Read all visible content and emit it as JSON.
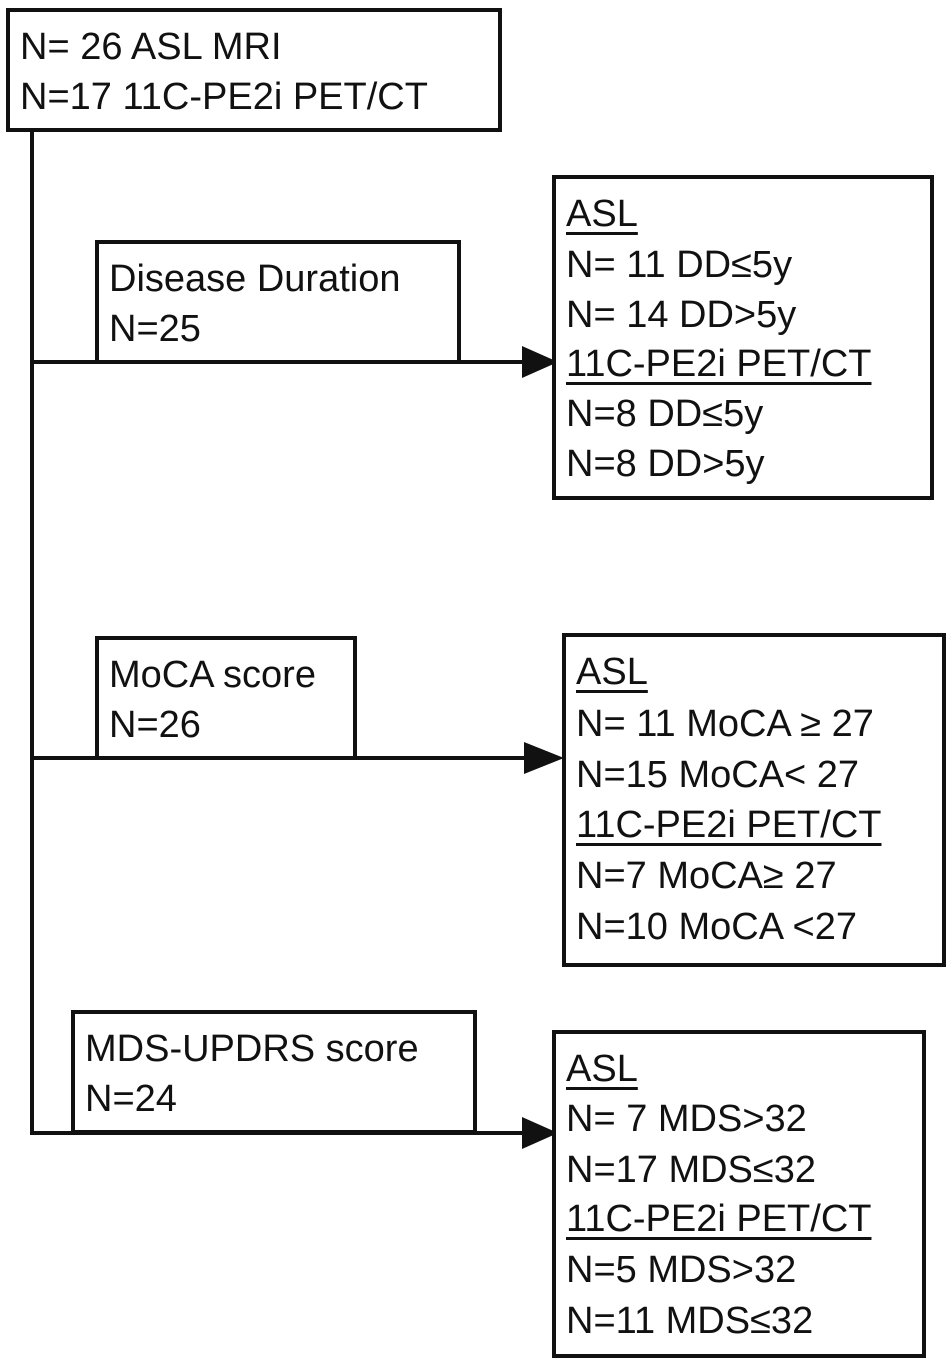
{
  "root": {
    "lines": [
      "N= 26 ASL MRI",
      "N=17 11C-PE2i PET/CT"
    ]
  },
  "branches": [
    {
      "label": [
        "Disease Duration",
        "N=25"
      ],
      "result": {
        "asl_header": "ASL",
        "asl_lines": [
          "N= 11 DD≤5y",
          "N= 14 DD>5y"
        ],
        "pet_header": "11C-PE2i PET/CT",
        "pet_lines": [
          "N=8 DD≤5y",
          "N=8 DD>5y"
        ]
      }
    },
    {
      "label": [
        "MoCA score",
        "N=26"
      ],
      "result": {
        "asl_header": "ASL",
        "asl_lines": [
          "N= 11 MoCA ≥ 27",
          "N=15 MoCA< 27"
        ],
        "pet_header": "11C-PE2i PET/CT",
        "pet_lines": [
          "N=7 MoCA≥ 27",
          "N=10 MoCA <27"
        ]
      }
    },
    {
      "label": [
        "MDS-UPDRS score",
        "N=24"
      ],
      "result": {
        "asl_header": "ASL",
        "asl_lines": [
          "N= 7 MDS>32",
          "N=17 MDS≤32"
        ],
        "pet_header": "11C-PE2i PET/CT",
        "pet_lines": [
          "N=5 MDS>32",
          "N=11 MDS≤32"
        ]
      }
    }
  ]
}
